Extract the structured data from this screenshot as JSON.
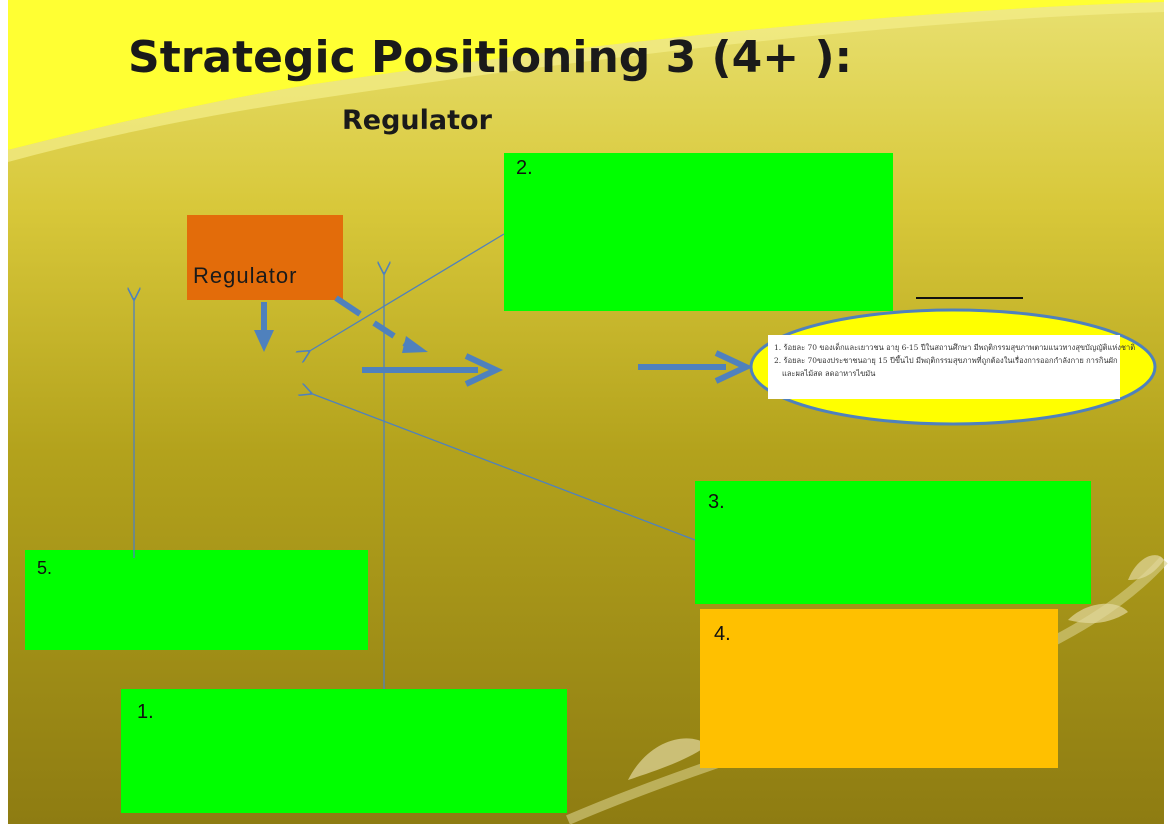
{
  "slide": {
    "title": "Strategic Positioning 3 (4+               ):",
    "subtitle": "Regulator"
  },
  "regulator_box": {
    "label": "Regulator",
    "color": "#e36c0a"
  },
  "boxes": [
    {
      "id": "box-2",
      "label": "2.",
      "color": "#00ff00"
    },
    {
      "id": "box-3",
      "label": "3.",
      "color": "#00ff00"
    },
    {
      "id": "box-4",
      "label": "4.",
      "color": "#ffc000"
    },
    {
      "id": "box-5",
      "label": "5.",
      "color": "#00ff00"
    },
    {
      "id": "box-1",
      "label": "1.",
      "color": "#00ff00"
    }
  ],
  "targets": {
    "items": [
      "1. ร้อยละ 70 ของเด็กและเยาวชน อายุ 6-15 ปีในสถานศึกษา มีพฤติกรรมสุขภาพตามแนวทางสุขบัญญัติแห่งชาติ",
      "2. ร้อยละ 70ของประชาชนอายุ 15 ปีขึ้นไป มีพฤติกรรมสุขภาพที่ถูกต้องในเรื่องการออกกำลังกาย การกินผัก",
      "และผลไม้สด ลดอาหารไขมัน"
    ],
    "ellipse_color": "#ffff00"
  },
  "colors": {
    "arrow": "#4f81bd",
    "thin_arrow": "#4f81bd"
  }
}
